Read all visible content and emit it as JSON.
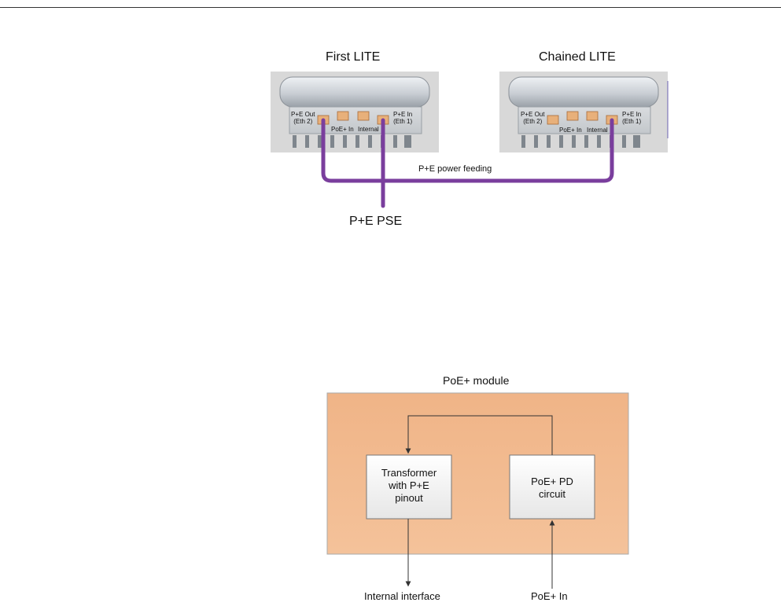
{
  "top_diagram": {
    "units": [
      {
        "title": "First LITE",
        "ports": {
          "out": [
            "P+E Out",
            "(Eth 2)"
          ],
          "poe_in": "PoE+ In",
          "internal": "Internal",
          "in": [
            "P+E In",
            "(Eth 1)"
          ]
        }
      },
      {
        "title": "Chained LITE",
        "ports": {
          "out": [
            "P+E Out",
            "(Eth 2)"
          ],
          "poe_in": "PoE+ In",
          "internal": "Internal",
          "in": [
            "P+E In",
            "(Eth 1)"
          ]
        }
      }
    ],
    "cable_label": "P+E power feeding",
    "source_label": "P+E PSE",
    "cable_color": "#7a3e9d"
  },
  "bottom_diagram": {
    "module_title": "PoE+ module",
    "module_fill": "#f2b98a",
    "transformer_lines": [
      "Transformer",
      "with P+E",
      "pinout"
    ],
    "pd_lines": [
      "PoE+ PD",
      "circuit"
    ],
    "output_label": "Internal interface",
    "input_label": "PoE+ In"
  }
}
